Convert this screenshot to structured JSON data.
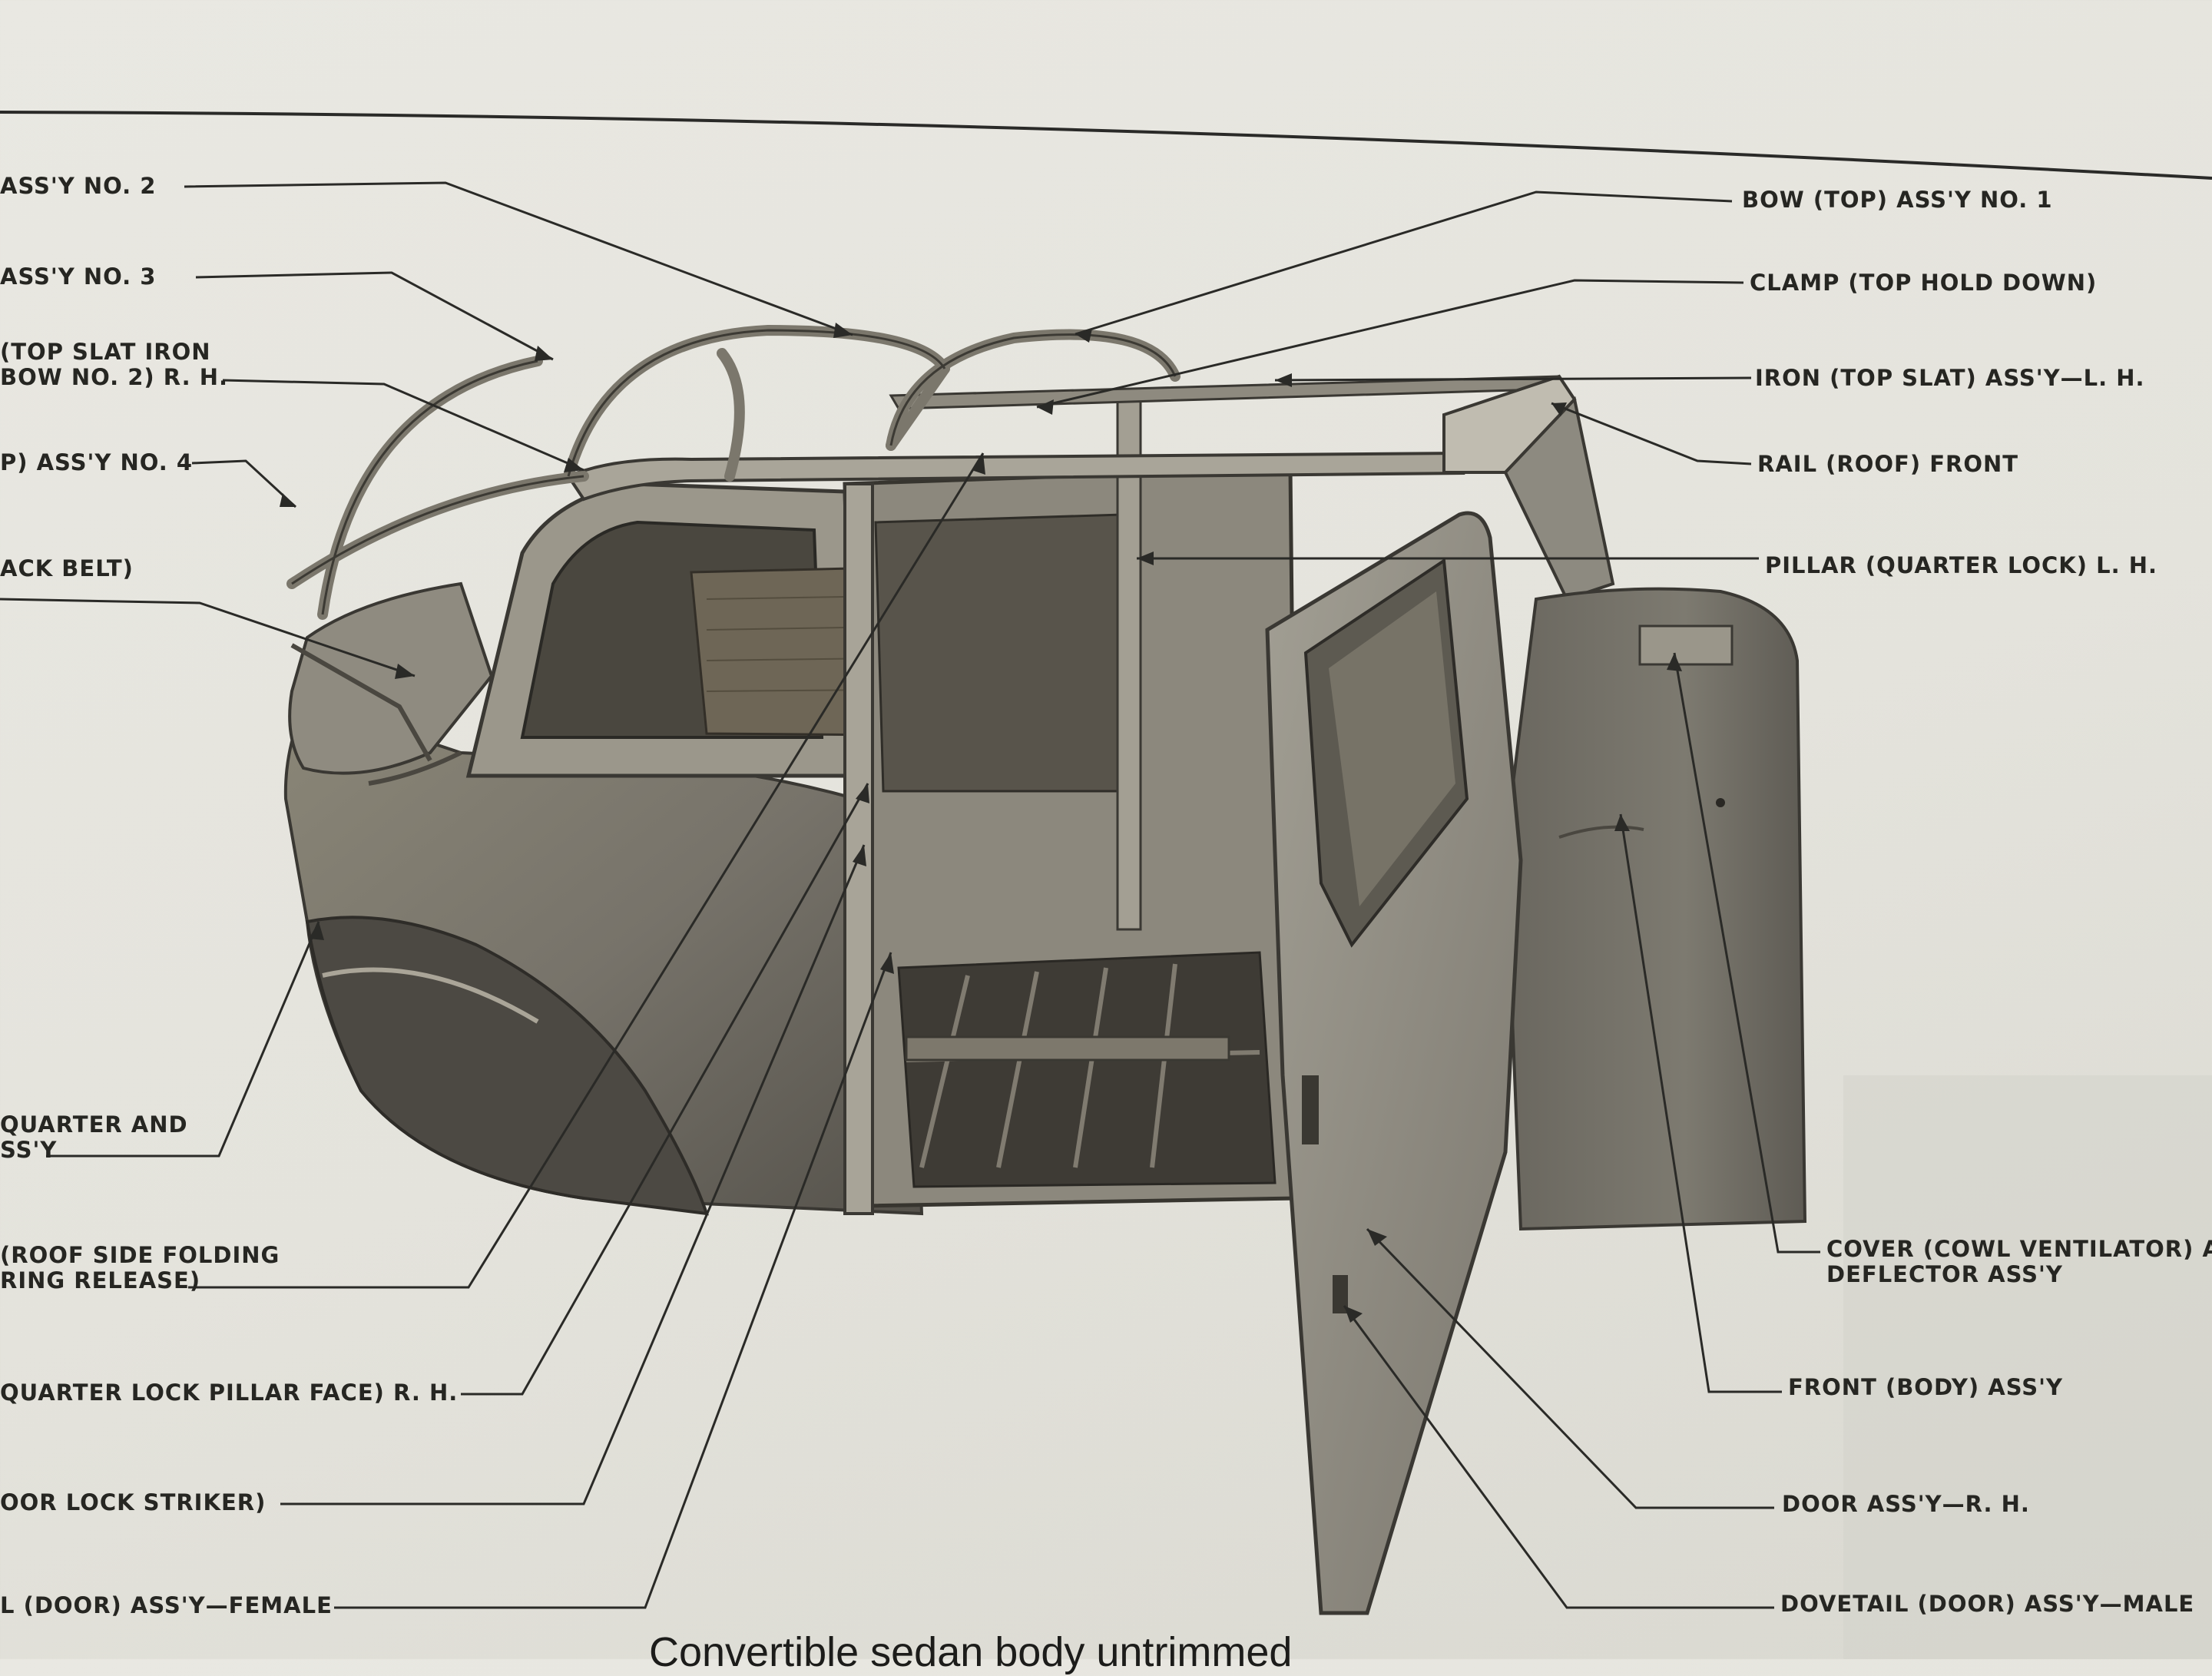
{
  "labels_left": {
    "bow_no2": "ASS'Y NO. 2",
    "bow_no3": "ASS'Y NO. 3",
    "top_slat_iron_line1": "(TOP SLAT IRON",
    "top_slat_iron_line2": "BOW NO. 2) R. H.",
    "bow_no4": "P) ASS'Y NO. 4",
    "back_belt": "ACK BELT)",
    "quarter_line1": "QUARTER AND",
    "quarter_line2": "SS'Y",
    "roof_side_line1": "(ROOF SIDE FOLDING",
    "roof_side_line2": "RING RELEASE)",
    "quarter_lock_face": "QUARTER LOCK PILLAR FACE) R. H.",
    "door_lock_striker": "OOR LOCK STRIKER)",
    "dovetail_female": "L (DOOR) ASS'Y—FEMALE"
  },
  "labels_right": {
    "bow_no1": "BOW (TOP) ASS'Y NO. 1",
    "clamp": "CLAMP (TOP HOLD DOWN)",
    "iron_top_slat": "IRON (TOP SLAT) ASS'Y—L. H.",
    "rail_roof": "RAIL (ROOF) FRONT",
    "pillar_quarter_lock": "PILLAR (QUARTER LOCK) L. H.",
    "cover_cowl_line1": "COVER (COWL VENTILATOR) A",
    "cover_cowl_line2": "DEFLECTOR ASS'Y",
    "front_body": "FRONT (BODY) ASS'Y",
    "door_assy": "DOOR ASS'Y—R. H.",
    "dovetail_male": "DOVETAIL (DOOR) ASS'Y—MALE"
  },
  "caption": "Convertible sedan body untrimmed"
}
